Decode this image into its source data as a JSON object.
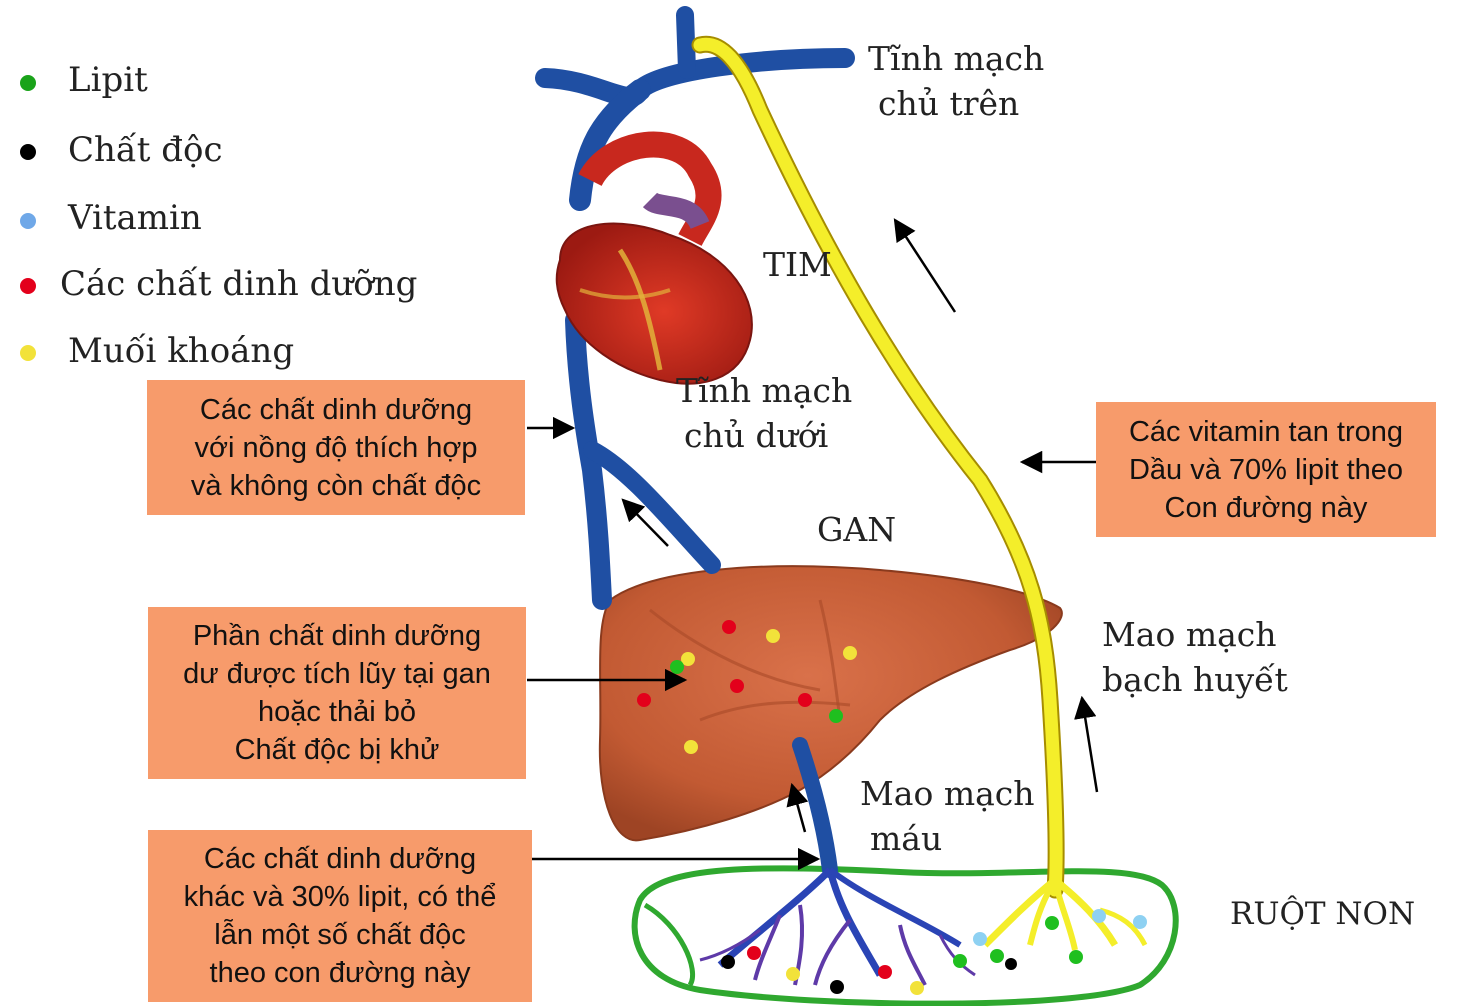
{
  "legend": [
    {
      "label": "Lipit",
      "color": "#1aa31a"
    },
    {
      "label": "Chất độc",
      "color": "#000000"
    },
    {
      "label": "Vitamin",
      "color": "#6fa8e8"
    },
    {
      "label": "Các chất dinh dưỡng",
      "color": "#e3001b"
    },
    {
      "label": "Muối khoáng",
      "color": "#f2e23a"
    }
  ],
  "labels": {
    "svc_1": "Tĩnh mạch",
    "svc_2": "chủ trên",
    "heart": "TIM",
    "ivc_1": "Tĩnh mạch",
    "ivc_2": "chủ  dưới",
    "liver": "GAN",
    "lymph_1": "Mao mạch",
    "lymph_2": "bạch huyết",
    "blood_cap_1": "Mao mạch",
    "blood_cap_2": "máu",
    "intestine": "RUỘT NON"
  },
  "callouts": {
    "top_left": [
      "Các chất dinh dưỡng",
      "với nồng độ thích hợp",
      "và không còn chất độc"
    ],
    "right": [
      "Các vitamin tan trong",
      "Dầu và 70% lipit theo",
      "Con đường này"
    ],
    "middle_left": [
      "Phần chất dinh dưỡng",
      "dư được tích lũy tại gan",
      "hoặc thải bỏ",
      "Chất độc bị khử"
    ],
    "bottom_left": [
      "Các chất dinh dưỡng",
      "khác và 30% lipit, có thể",
      "lẫn một số chất độc",
      "theo con đường này"
    ]
  },
  "colors": {
    "vein": "#1f4fa3",
    "lymph": "#f4ee2a",
    "callout_bg": "#f79b6b",
    "liver": "#c65a34",
    "heart": "#c8281e",
    "intestine_outline": "#2fa82f"
  }
}
